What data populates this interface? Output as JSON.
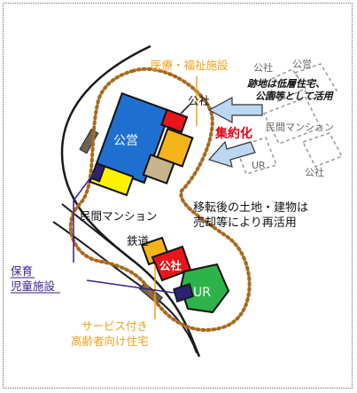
{
  "labels": {
    "medical_welfare": "医療・福祉施設",
    "public_top": "公社",
    "public_housing": "公営",
    "consolidation": "集約化",
    "private_mansion_left": "民間マンション",
    "railway": "鉄道",
    "public_mid": "公社",
    "ur_green": "UR",
    "childcare_line1": "保育",
    "childcare_line2": "児童施設",
    "elderly_line1": "サービス付き",
    "elderly_line2": "高齢者向け住宅",
    "right_public_corp": "公社",
    "right_public_housing": "公営",
    "right_private_mansion": "民間マンション",
    "right_ur": "UR",
    "right_public_corp_2": "公社",
    "note_reuse_line1": "跡地は低層住宅、",
    "note_reuse_line2": "公園等として活用",
    "note_sale_line1": "移転後の土地・建物は",
    "note_sale_line2": "売却等により再活用"
  },
  "colors": {
    "public_blue": "#1f6fd0",
    "red": "#e8151b",
    "orange": "#f6b41b",
    "green": "#2db34a",
    "yellow": "#fff200",
    "navy": "#2b2370",
    "boundary_brown": "#a86a1e",
    "arrow_blue": "#bcd8f0",
    "label_orange": "#f0a01c",
    "label_red": "#e60012",
    "label_purple": "#3a1e8c"
  }
}
